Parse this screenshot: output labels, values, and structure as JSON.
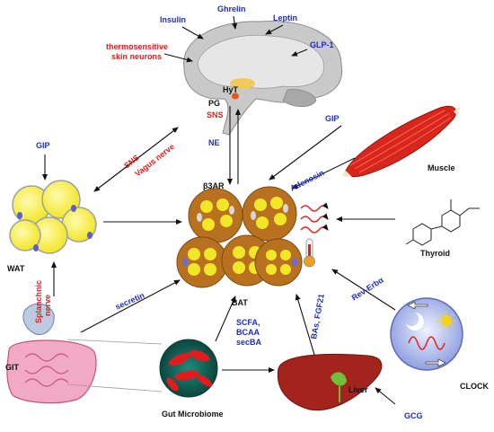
{
  "colors": {
    "hormone_blue": "#1f2fb8",
    "nerve_red": "#e0201b",
    "label_black": "#111111",
    "bat_brown": "#b8721f",
    "lipid_yellow": "#f2e628",
    "wat_yellow": "#f5ef3c",
    "muscle_red": "#d9261c",
    "liver_red": "#a3231d"
  },
  "brain": {
    "inputs": {
      "insulin": "Insulin",
      "ghrelin": "Ghrelin",
      "leptin": "Leptin",
      "glp1": "GLP-1",
      "thermo_line1": "thermosensitive",
      "thermo_line2": "skin neurons"
    },
    "regions": {
      "hyt": "HyT",
      "pg": "PG"
    },
    "outputs": {
      "sns": "SNS",
      "ne": "NE"
    }
  },
  "bat": {
    "receptor": "β3AR",
    "label": "BAT"
  },
  "wat": {
    "label": "WAT",
    "gip": "GIP",
    "sns": "SNS",
    "vagus": "Vagus nerve"
  },
  "muscle": {
    "label": "Muscle",
    "gip": "GIP",
    "adenosin": "Adenosin"
  },
  "thyroid": {
    "label": "Thyroid"
  },
  "clock": {
    "label": "CLOCK",
    "rev_erb": "Rev-Erbα"
  },
  "liver": {
    "label": "Liver",
    "signals": "BAs, FGF21",
    "gcg": "GCG"
  },
  "git": {
    "label": "GIT",
    "splanchnic_line1": "Splanchnic",
    "splanchnic_line2": "nerve",
    "secretin": "secretin"
  },
  "microbiome": {
    "label": "Gut Microbiome",
    "scfa": "SCFA,",
    "bcaa": "BCAA",
    "secba": "secBA"
  }
}
